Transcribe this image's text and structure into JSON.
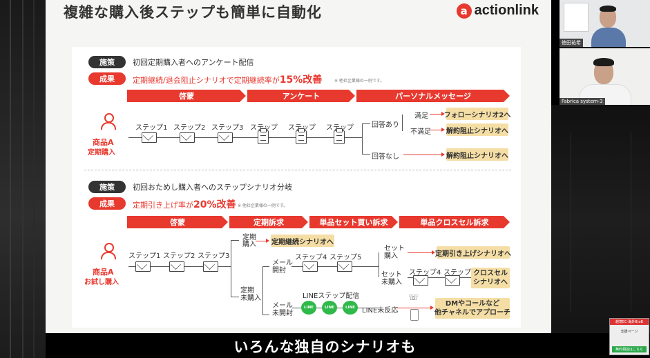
{
  "slide": {
    "title": "複雑な購入後ステップも簡単に自動化",
    "logo_mark": "a",
    "logo_text": "actionlink"
  },
  "sec1": {
    "tag_measure": "施策",
    "measure": "初回定期購入者へのアンケート配信",
    "tag_result": "成果",
    "result_pre": "定期継続/退会阻止シナリオで定期継続率が",
    "result_big": "15%改善",
    "note": "※ 他社企業様の一例です。",
    "phases": [
      "啓蒙",
      "アンケート",
      "パーソナルメッセージ"
    ],
    "product": "商品A",
    "product_sub": "定期購入",
    "steps": [
      "ステップ1",
      "ステップ2",
      "ステップ3",
      "ステップ",
      "ステップ",
      "ステップ"
    ],
    "answered": "回答あり",
    "not_answered": "回答なし",
    "satisfied": "満足",
    "unsatisfied": "不満足",
    "box_follow": "フォローシナリオ2へ",
    "box_cancel1": "解約阻止シナリオへ",
    "box_cancel2": "解約阻止シナリオへ"
  },
  "sec2": {
    "tag_measure": "施策",
    "measure": "初回おためし購入者へのステップシナリオ分岐",
    "tag_result": "成果",
    "result_pre": "定期引き上げ率が",
    "result_big": "20%改善",
    "note": "※ 他社企業様の一例です。",
    "phases": [
      "啓蒙",
      "定期訴求",
      "単品セット買い訴求",
      "単品クロスセル訴求"
    ],
    "product": "商品A",
    "product_sub": "お試し購入",
    "steps": [
      "ステップ1",
      "ステップ2",
      "ステップ3"
    ],
    "teiki_kounyu": [
      "定",
      "期",
      "購",
      "入"
    ],
    "teiki_mikounyu": [
      "定期",
      "未購入"
    ],
    "box_teiki": "定期継続シナリオへ",
    "mail_open": [
      "メール",
      "開封"
    ],
    "step4": "ステップ4",
    "step5": "ステップ5",
    "set_buy": [
      "セット",
      "購入"
    ],
    "set_nobuy": [
      "セット",
      "未購入"
    ],
    "box_hikiage": "定期引き上げシナリオへ",
    "step4b": "ステップ4",
    "step5b": "ステップ5",
    "box_cross": [
      "クロスセル",
      "シナリオへ"
    ],
    "line_delivery": "LINEステップ配信",
    "mail_unopen": [
      "メール",
      "未開封"
    ],
    "line_icon": "LINE",
    "line_noreact": "LINE未反応",
    "box_dm": [
      "DMやコールなど",
      "他チャネルでアプローチ"
    ]
  },
  "video1": {
    "name": "徳田祐希"
  },
  "video2": {
    "name": "Fabrica system-3"
  },
  "ad": {
    "top": "越境EC·海外BtoB",
    "line1": "支援ページ",
    "btn": "無料相談はこちら"
  },
  "subtitle": "いろんな独自のシナリオも",
  "colors": {
    "accent": "#e8392f",
    "box": "#f5dea5",
    "line_green": "#2fb94a"
  }
}
